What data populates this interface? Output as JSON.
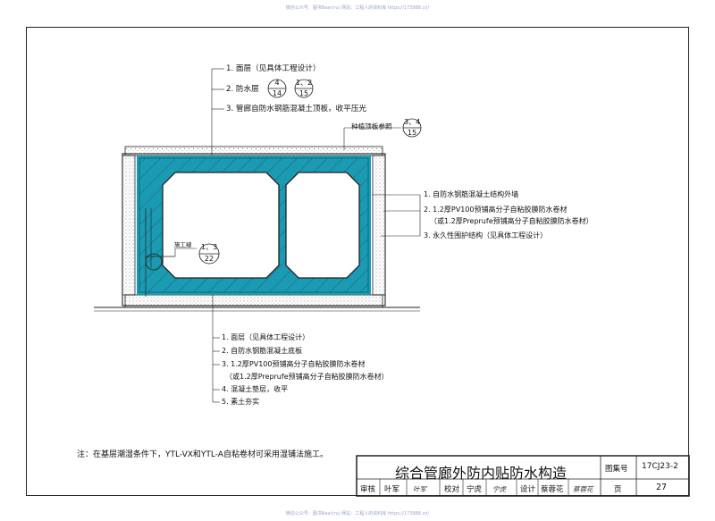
{
  "watermark": "微信公众号：图书Bear(ru)   网站：工程人的资料库 https://173988.cn/",
  "top_notes": [
    "1. 面层（见具体工程设计）",
    "2. 防水层",
    "3. 管廊自防水钢筋混凝土顶板，收平压光"
  ],
  "refs": {
    "r1": {
      "top": "4",
      "bottom": "14"
    },
    "r2": {
      "top": "1、2",
      "bottom": "15"
    },
    "r3": {
      "top": "3、4",
      "bottom": "15"
    },
    "r4": {
      "top": "1、3",
      "bottom": "22"
    }
  },
  "planting_label": "种植顶板参照",
  "construction_joint_label": "施工缝",
  "right_notes": [
    "1. 自防水钢筋混凝土结构外墙",
    "2. 1.2厚PV100预铺高分子自粘胶膜防水卷材",
    "（或1.2厚Preprufe预铺高分子自粘胶膜防水卷材）",
    "3. 永久性围护结构（见具体工程设计）"
  ],
  "bottom_notes": [
    "1. 面层（见具体工程设计）",
    "2. 自防水钢筋混凝土底板",
    "3. 1.2厚PV100预铺高分子自粘胶膜防水卷材",
    "（或1.2厚Preprufe预铺高分子自粘胶膜防水卷材）",
    "4. 混凝土垫层，收平",
    "5. 素土夯实"
  ],
  "footnote": "注：在基层潮湿条件下，YTL-VX和YTL-A自粘卷材可采用湿铺法施工。",
  "title_block": {
    "title": "综合管廊外防内贴防水构造",
    "atlas_label": "图集号",
    "atlas_no": "17CJ23-2",
    "review_label": "审核",
    "reviewer": "叶军",
    "reviewer_sig": "叶军",
    "check_label": "校对",
    "checker": "宁虎",
    "checker_sig": "宁虎",
    "design_label": "设计",
    "designer": "蔡蓉花",
    "designer_sig": "蔡蓉花",
    "page_label": "页",
    "page_no": "27"
  }
}
